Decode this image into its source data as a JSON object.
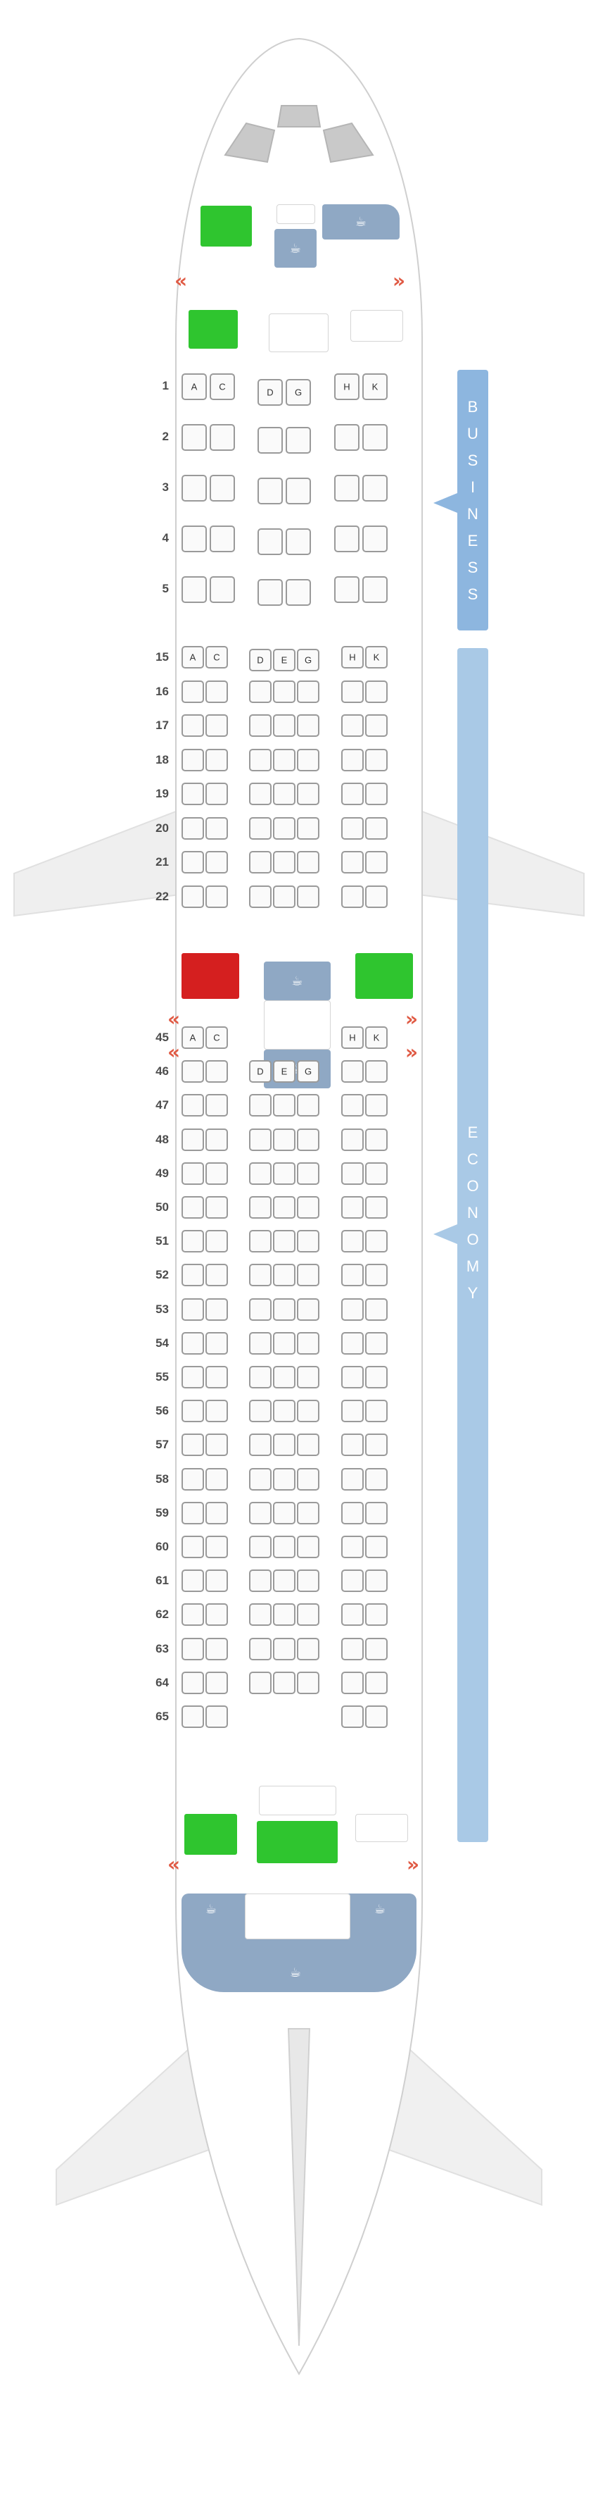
{
  "colors": {
    "business_band": "#8db6df",
    "economy_band": "#a9c9e6",
    "lavatory": "#2fc52f",
    "lavatory_accessible": "#d51f1f",
    "galley": "#8fa8c4",
    "exit": "#e05a44",
    "fuselage_outline": "#cccccc"
  },
  "icons": {
    "exit_left": "«",
    "exit_right": "»",
    "galley": "☕",
    "bassinet": "◡"
  },
  "cabins": [
    {
      "name": "BUSINESS",
      "letters": [
        "B",
        "U",
        "S",
        "I",
        "N",
        "E",
        "S",
        "S"
      ]
    },
    {
      "name": "ECONOMY",
      "letters": [
        "E",
        "C",
        "O",
        "N",
        "O",
        "M",
        "Y"
      ]
    }
  ],
  "business": {
    "rows": [
      "1",
      "2",
      "3",
      "4",
      "5"
    ],
    "header_letters_left": [
      "A",
      "C"
    ],
    "header_letters_center": [
      "D",
      "G"
    ],
    "header_letters_right": [
      "H",
      "K"
    ]
  },
  "economy_front": {
    "rows": [
      "15",
      "16",
      "17",
      "18",
      "19",
      "20",
      "21",
      "22"
    ],
    "header_letters_left": [
      "A",
      "C"
    ],
    "header_letters_center": [
      "D",
      "E",
      "G"
    ],
    "header_letters_right": [
      "H",
      "K"
    ]
  },
  "economy_rear": {
    "rows": [
      "45",
      "46",
      "47",
      "48",
      "49",
      "50",
      "51",
      "52",
      "53",
      "54",
      "55",
      "56",
      "57",
      "58",
      "59",
      "60",
      "61",
      "62",
      "63",
      "64",
      "65"
    ],
    "header_letters_left": [
      "A",
      "C"
    ],
    "header_letters_center": [
      "D",
      "E",
      "G"
    ],
    "header_letters_right": [
      "H",
      "K"
    ]
  }
}
